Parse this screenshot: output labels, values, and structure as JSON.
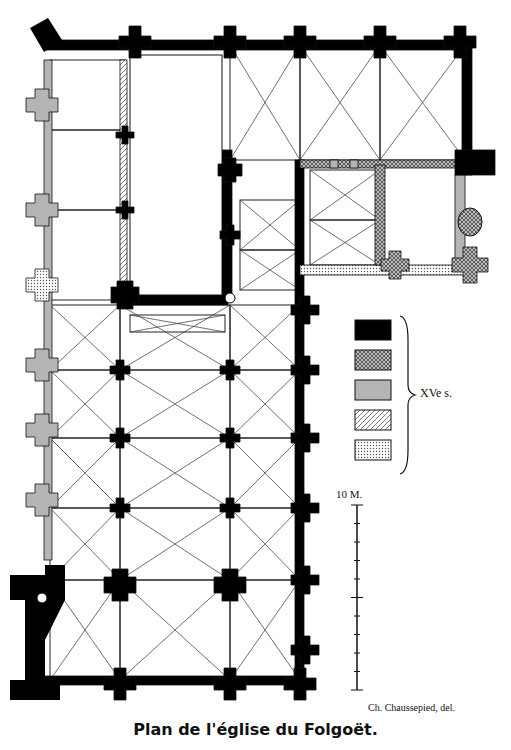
{
  "diagram": {
    "caption": "Plan de l'église du Folgoët.",
    "labels": [
      "XVe s.",
      "10 M.",
      "Ch. Chaussepied, del."
    ]
  }
}
